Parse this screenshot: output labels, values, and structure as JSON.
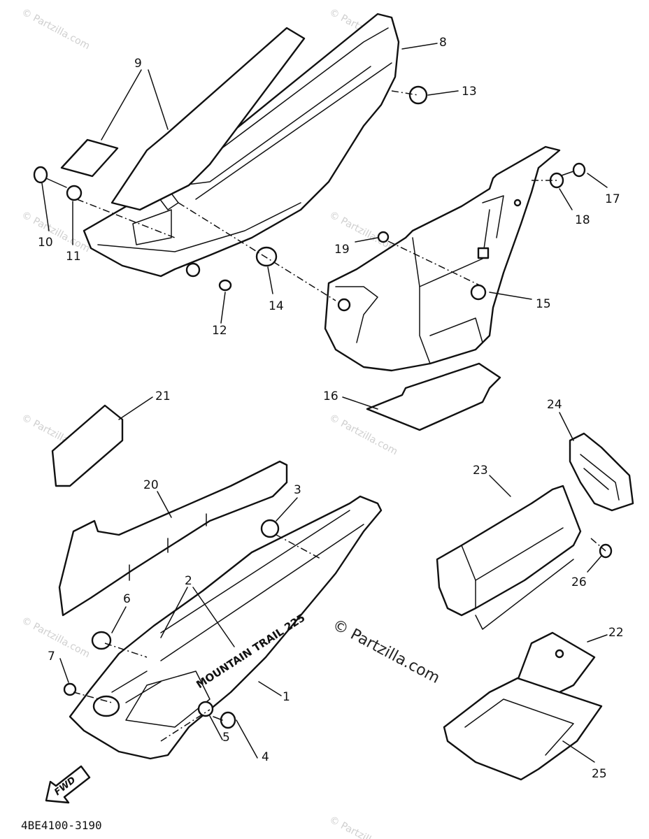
{
  "diagram": {
    "part_code": "4BE4100-3190",
    "watermark_main": "© Partzilla.com",
    "watermark_tile": "© Partzilla.com",
    "fwd_label": "FWD",
    "emboss_text": "MOUNTAIN TRAIL 225",
    "callouts": [
      {
        "id": "1",
        "label": "1"
      },
      {
        "id": "2",
        "label": "2"
      },
      {
        "id": "3",
        "label": "3"
      },
      {
        "id": "4",
        "label": "4"
      },
      {
        "id": "5",
        "label": "5"
      },
      {
        "id": "6",
        "label": "6"
      },
      {
        "id": "7",
        "label": "7"
      },
      {
        "id": "8",
        "label": "8"
      },
      {
        "id": "9",
        "label": "9"
      },
      {
        "id": "10",
        "label": "10"
      },
      {
        "id": "11",
        "label": "11"
      },
      {
        "id": "12",
        "label": "12"
      },
      {
        "id": "13",
        "label": "13"
      },
      {
        "id": "14",
        "label": "14"
      },
      {
        "id": "15",
        "label": "15"
      },
      {
        "id": "16",
        "label": "16"
      },
      {
        "id": "17",
        "label": "17"
      },
      {
        "id": "18",
        "label": "18"
      },
      {
        "id": "19",
        "label": "19"
      },
      {
        "id": "20",
        "label": "20"
      },
      {
        "id": "21",
        "label": "21"
      },
      {
        "id": "22",
        "label": "22"
      },
      {
        "id": "23",
        "label": "23"
      },
      {
        "id": "24",
        "label": "24"
      },
      {
        "id": "25",
        "label": "25"
      },
      {
        "id": "26",
        "label": "26"
      }
    ]
  }
}
